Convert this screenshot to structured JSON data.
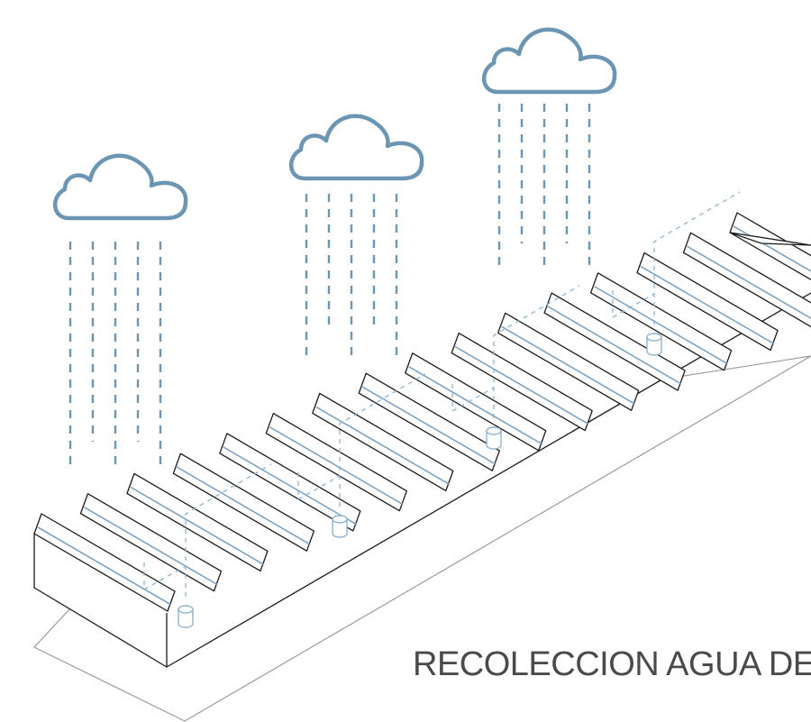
{
  "caption": "RECOLECCION AGUA DE",
  "colors": {
    "cloud": "#6b95b3",
    "rain": "#6b95b3",
    "structure": "#1a1a1a",
    "tread_line": "#7ea3c0",
    "pipe": "#8fb3cf",
    "ground": "#9a9a9a",
    "caption": "#4a4a4a"
  },
  "icons": [
    "cloud-icon",
    "rain-drop-line",
    "water-tank-icon"
  ],
  "clouds": [
    {
      "drops": 5
    },
    {
      "drops": 5
    },
    {
      "drops": 5
    }
  ],
  "steps": 16,
  "tanks": 4
}
